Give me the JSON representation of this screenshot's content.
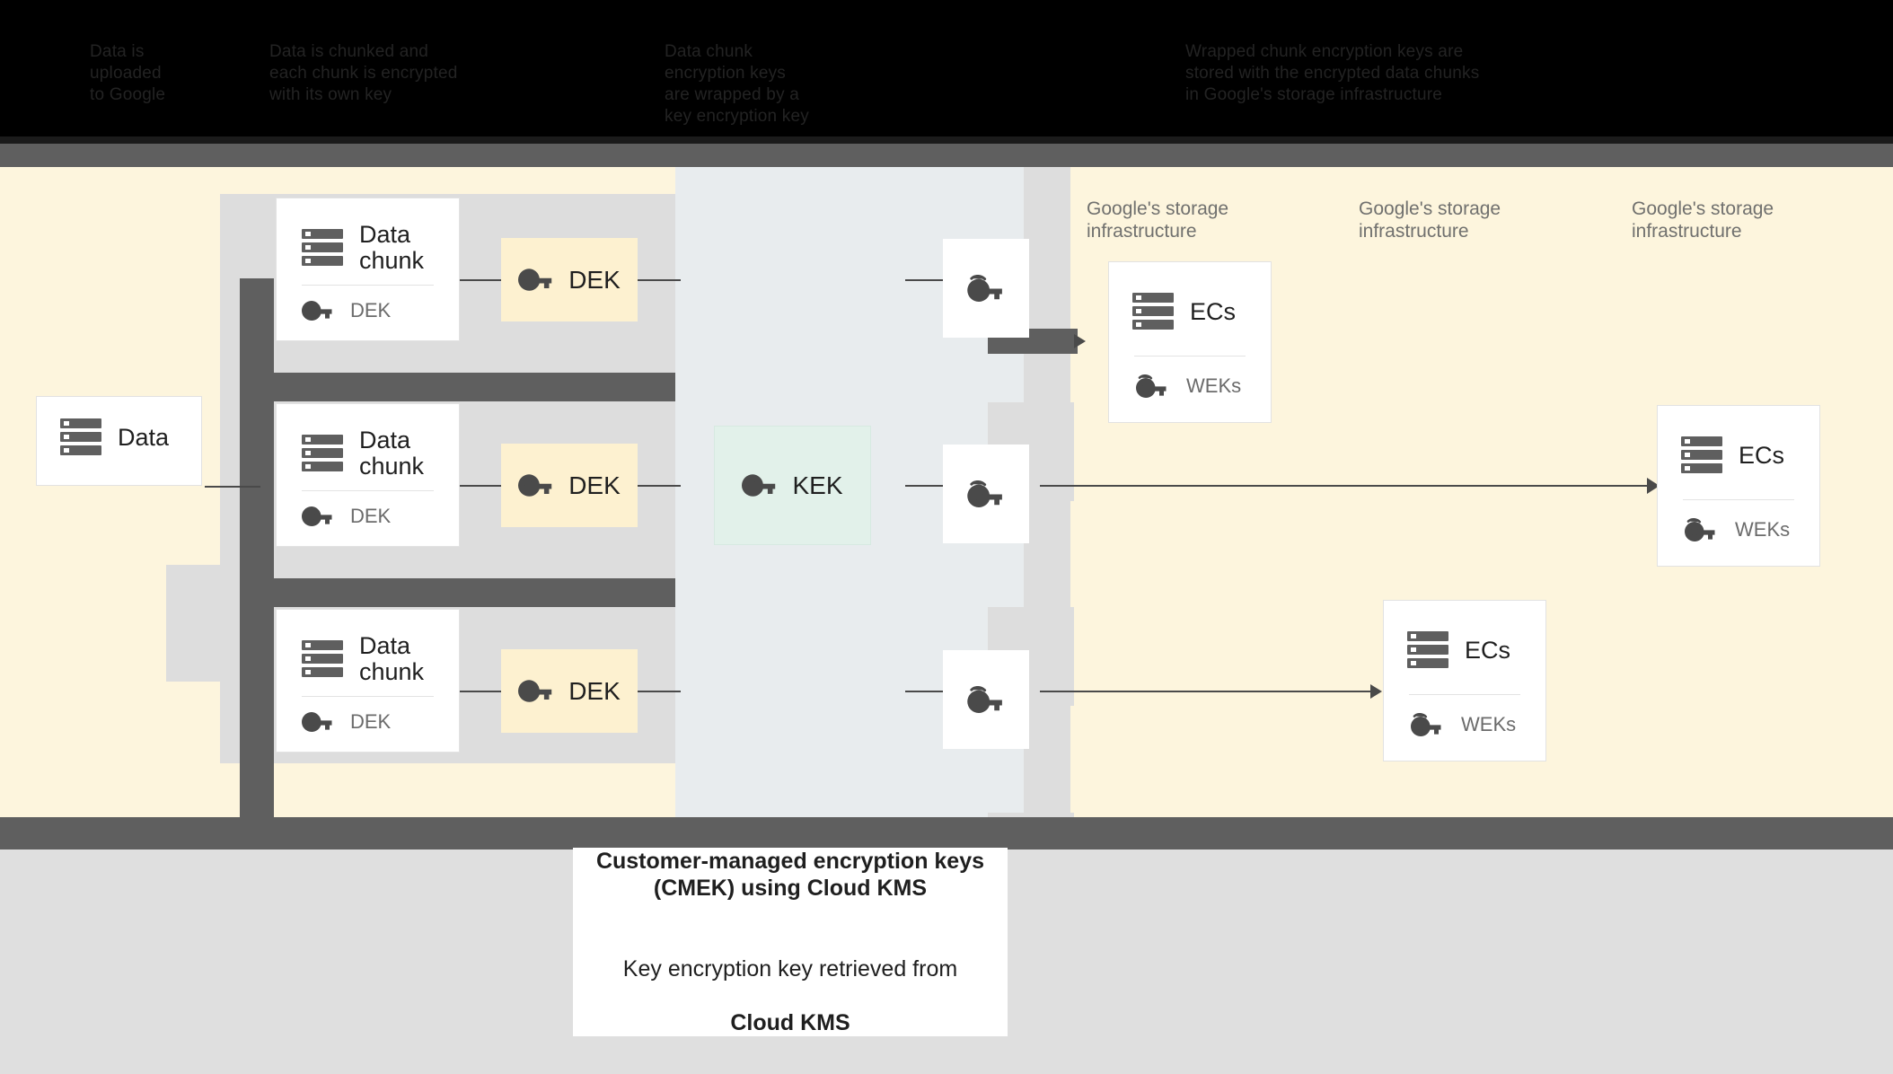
{
  "header": {
    "columns": [
      "Data is\nuploaded\nto Google",
      "Data is chunked and\neach chunk is encrypted\nwith its own key",
      "Data chunk\nencryption keys\nare wrapped by a\nkey encryption key",
      "Wrapped chunk encryption keys are\nstored with the encrypted data chunks\nin Google's storage infrastructure"
    ]
  },
  "diagram": {
    "source": {
      "label": "Data",
      "icon": "server-icon"
    },
    "chunks": [
      {
        "title": "Data\nchunk",
        "sub": "DEK",
        "icon": "server-icon",
        "sub_icon": "key-icon"
      },
      {
        "title": "Data\nchunk",
        "sub": "DEK",
        "icon": "server-icon",
        "sub_icon": "key-icon"
      },
      {
        "title": "Data\nchunk",
        "sub": "DEK",
        "icon": "server-icon",
        "sub_icon": "key-icon"
      }
    ],
    "deks": [
      {
        "label": "DEK",
        "icon": "key-icon"
      },
      {
        "label": "DEK",
        "icon": "key-icon"
      },
      {
        "label": "DEK",
        "icon": "key-icon"
      }
    ],
    "kek": {
      "label": "KEK",
      "icon": "key-icon"
    },
    "wrapped_keys": [
      {
        "icon": "key-icon"
      },
      {
        "icon": "key-icon"
      },
      {
        "icon": "key-icon"
      }
    ],
    "infra_labels": [
      "Google's storage\ninfrastructure",
      "Google's storage\ninfrastructure",
      "Google's storage\ninfrastructure"
    ],
    "ec_cards": [
      {
        "title": "ECs",
        "sub": "WEKs",
        "icon": "server-icon",
        "sub_icon": "key-icon"
      },
      {
        "title": "ECs",
        "sub": "WEKs",
        "icon": "server-icon",
        "sub_icon": "key-icon"
      },
      {
        "title": "ECs",
        "sub": "WEKs",
        "icon": "server-icon",
        "sub_icon": "key-icon"
      }
    ]
  },
  "caption": {
    "title": "Customer-managed encryption keys\n(CMEK) using Cloud KMS",
    "body_line1": "Key encryption key retrieved from",
    "body_line2": "Cloud KMS"
  },
  "colors": {
    "cream": "#fdf5dd",
    "light_gray": "#dddddd",
    "blue_gray": "#e8ecee",
    "dark_gray": "#5f5f5f",
    "dek_fill": "#fdf1d0",
    "kek_fill": "#e2f1ea",
    "footer_gray": "#dfdfdf",
    "black": "#000000"
  }
}
